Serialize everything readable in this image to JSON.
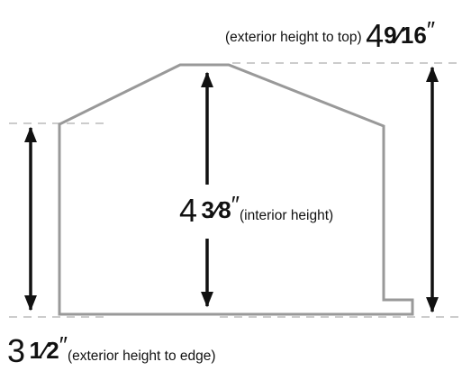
{
  "measurements": {
    "exterior_top": {
      "caption": "(exterior height to top)",
      "whole": "4",
      "fraction": "9⁄16",
      "unit": "″"
    },
    "interior": {
      "whole": "4",
      "fraction": "3⁄8",
      "unit": "″",
      "caption": "(interior height)"
    },
    "exterior_edge": {
      "whole": "3",
      "fraction": "1⁄2",
      "unit": "″",
      "caption": "(exterior height to edge)"
    }
  },
  "colors": {
    "outline": "#999999",
    "guide": "#cccccc",
    "arrow": "#111111"
  }
}
